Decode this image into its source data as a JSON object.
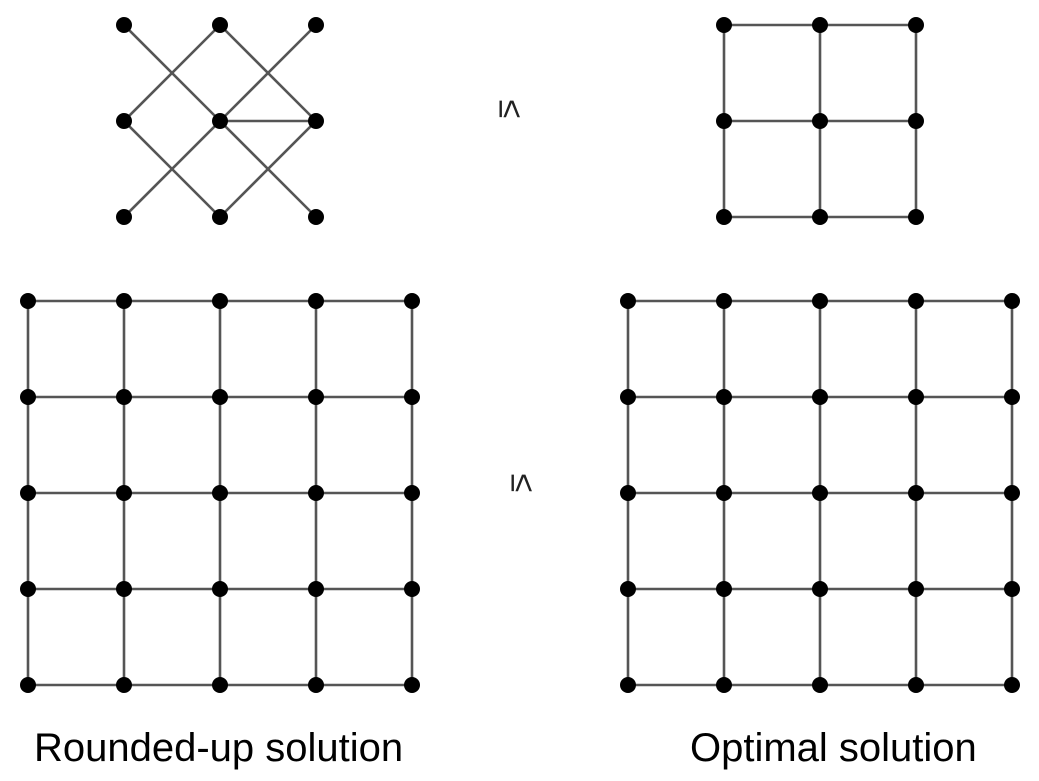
{
  "captions": {
    "left": "Rounded-up solution",
    "right": "Optimal solution"
  },
  "relations": {
    "top": "≤",
    "bottom": "≤"
  },
  "colors": {
    "edge": "#555555",
    "node": "#000000"
  },
  "graphs": [
    {
      "id": "small-rounded",
      "rows": 3,
      "cols": 3,
      "edges": [
        [
          [
            0,
            0
          ],
          [
            1,
            1
          ]
        ],
        [
          [
            1,
            1
          ],
          [
            2,
            2
          ]
        ],
        [
          [
            2,
            0
          ],
          [
            1,
            1
          ]
        ],
        [
          [
            1,
            1
          ],
          [
            0,
            2
          ]
        ],
        [
          [
            1,
            0
          ],
          [
            0,
            1
          ]
        ],
        [
          [
            0,
            1
          ],
          [
            1,
            2
          ]
        ],
        [
          [
            1,
            0
          ],
          [
            2,
            1
          ]
        ],
        [
          [
            2,
            1
          ],
          [
            1,
            2
          ]
        ],
        [
          [
            1,
            1
          ],
          [
            1,
            2
          ]
        ]
      ]
    },
    {
      "id": "small-optimal",
      "rows": 3,
      "cols": 3,
      "edges": "grid"
    },
    {
      "id": "large-rounded",
      "rows": 5,
      "cols": 5,
      "edges": "grid"
    },
    {
      "id": "large-optimal",
      "rows": 5,
      "cols": 5,
      "edges": "grid"
    }
  ]
}
